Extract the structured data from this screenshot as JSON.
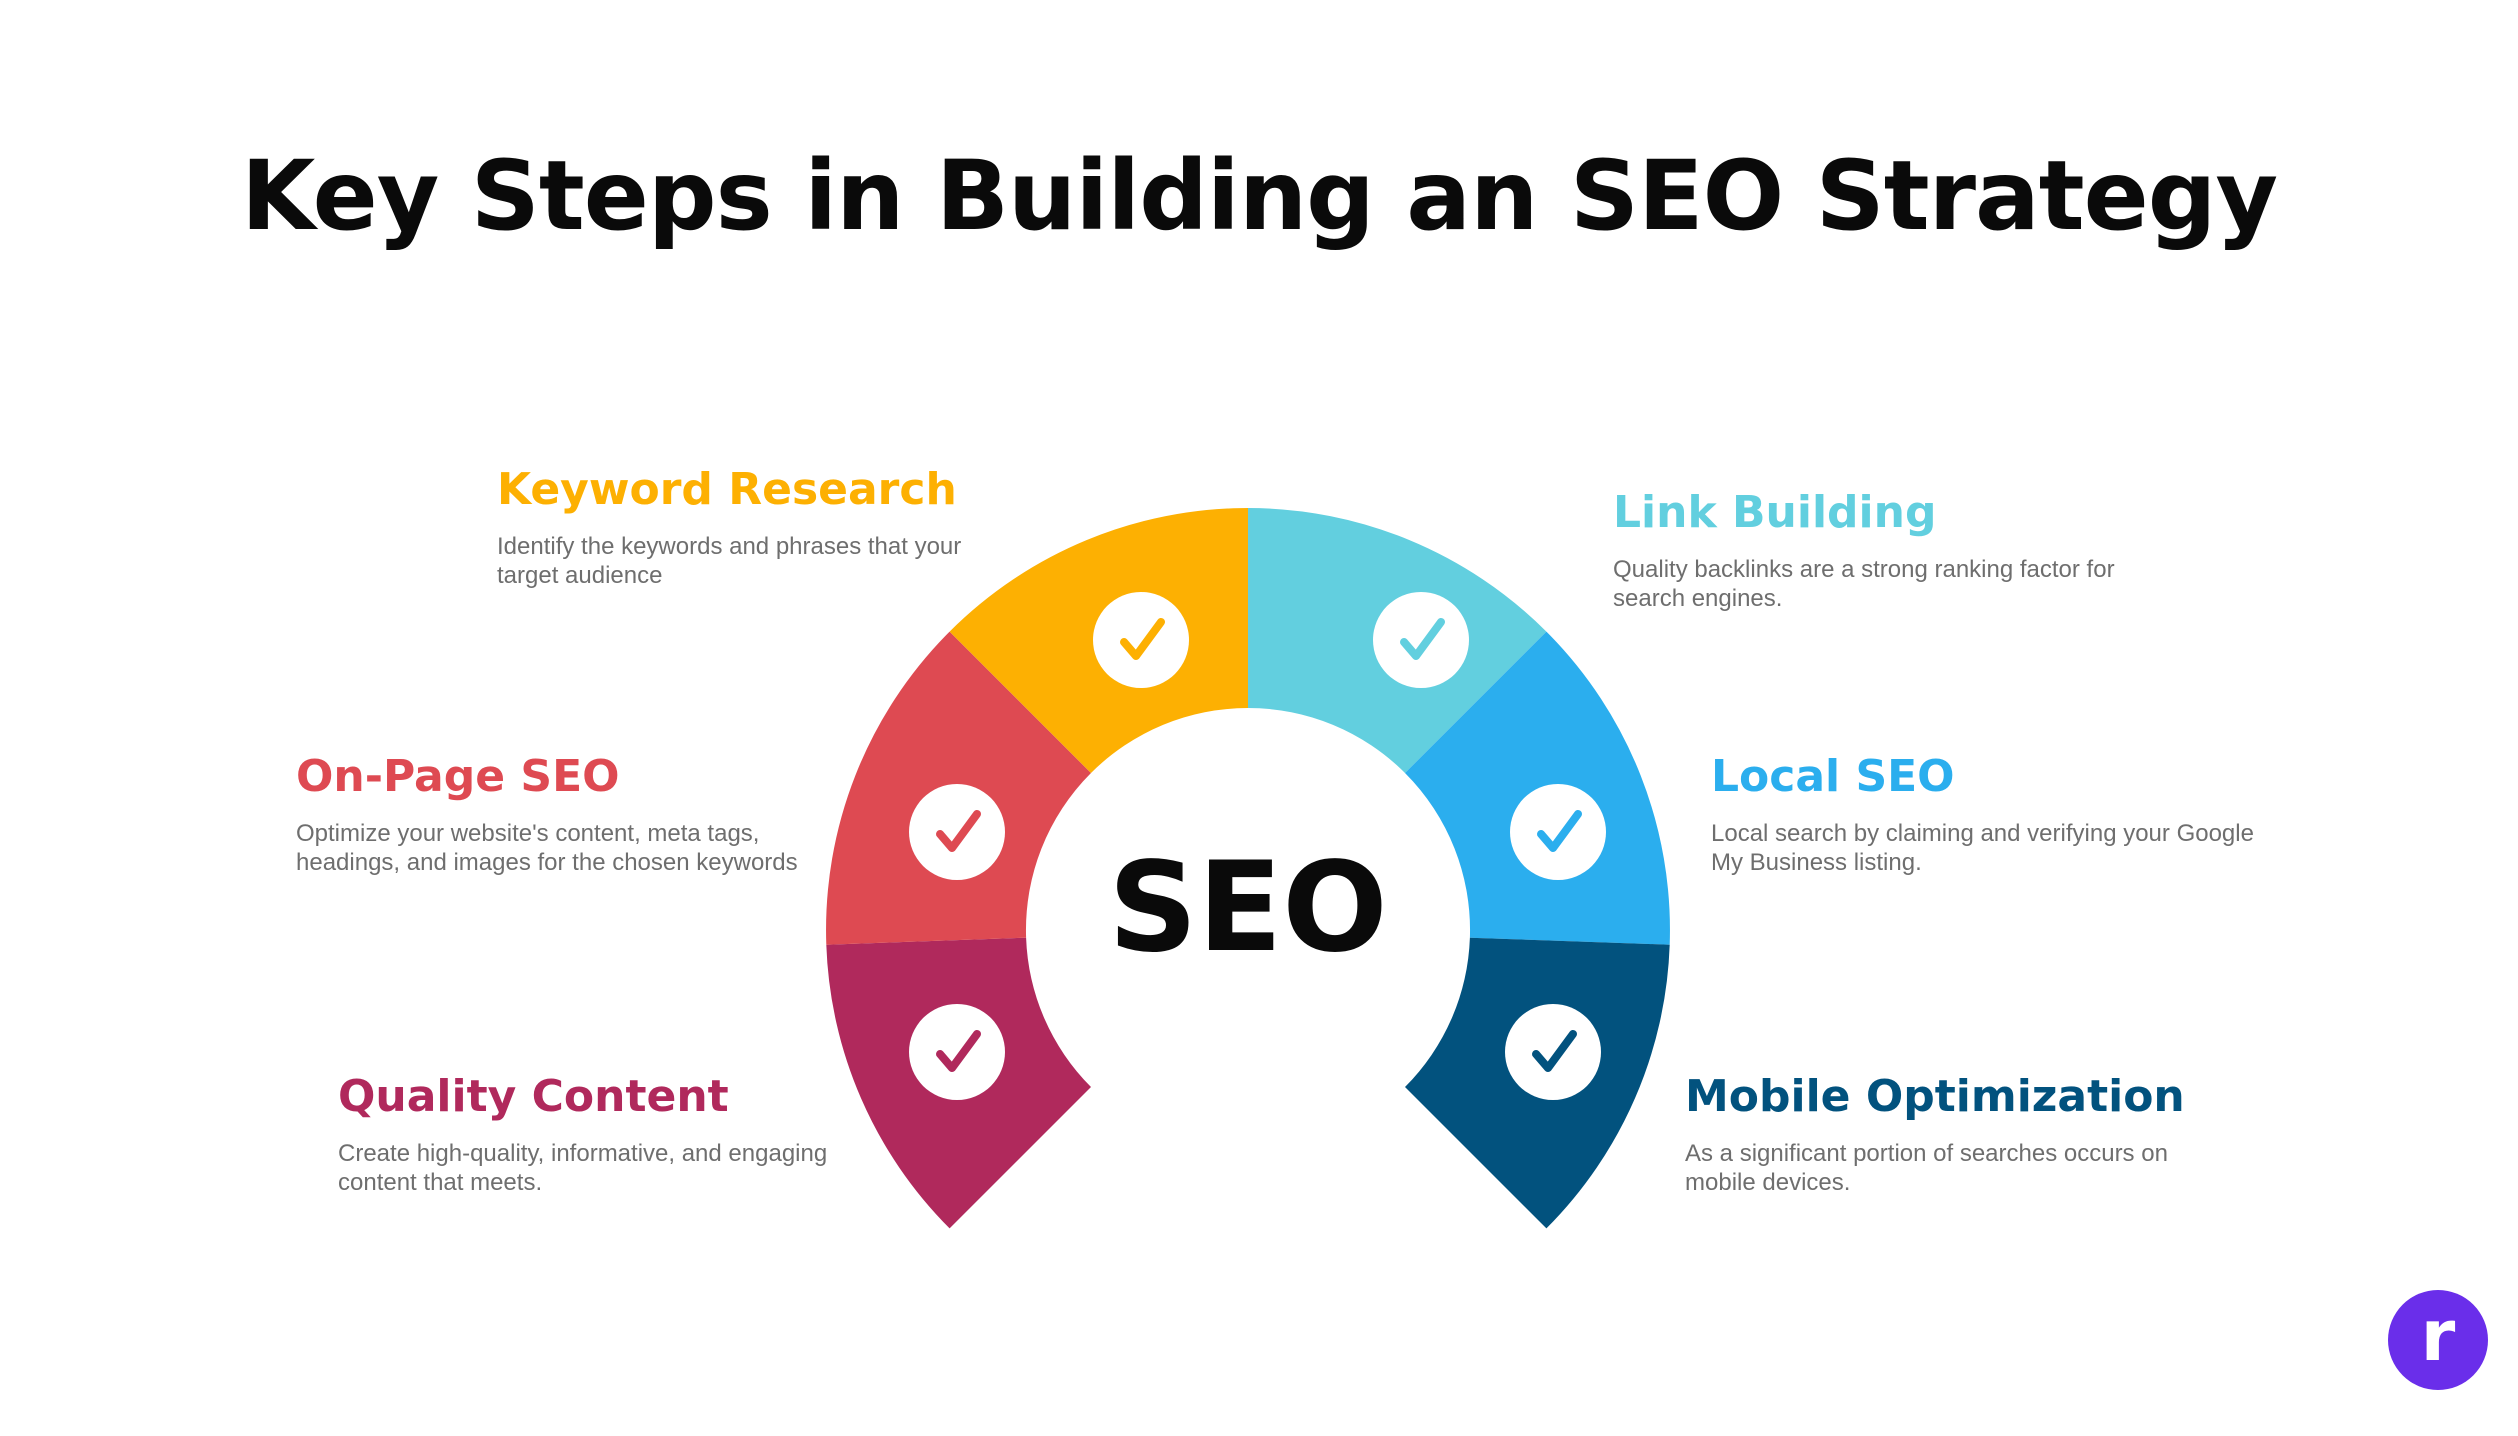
{
  "title": "Key Steps in Building an SEO Strategy",
  "center_label": "SEO",
  "colors": {
    "keyword_research": "#FDB002",
    "link_building": "#62CFDF",
    "on_page_seo": "#DE4A52",
    "local_seo": "#2BAEEE",
    "quality_content": "#B0295C",
    "mobile_optimization": "#02527E",
    "check_bg": "#FFFFFF",
    "title_text": "#0A0A0A",
    "desc_text": "#6E6E6E",
    "logo_bg": "#6A2EEA"
  },
  "steps": {
    "keyword_research": {
      "title": "Keyword Research",
      "description": "Identify the keywords and phrases that your target audience",
      "icon": "check-icon"
    },
    "link_building": {
      "title": "Link Building",
      "description": "Quality backlinks are a strong ranking factor for search engines.",
      "icon": "check-icon"
    },
    "on_page_seo": {
      "title": "On-Page SEO",
      "description": "Optimize your website's content, meta tags, headings, and images for the chosen keywords",
      "icon": "check-icon"
    },
    "local_seo": {
      "title": "Local SEO",
      "description": "Local search by claiming and verifying your Google My Business listing.",
      "icon": "check-icon"
    },
    "quality_content": {
      "title": "Quality Content",
      "description": "Create high-quality, informative, and engaging content that meets.",
      "icon": "check-icon"
    },
    "mobile_optimization": {
      "title": "Mobile Optimization",
      "description": "As a significant portion of searches occurs on mobile devices.",
      "icon": "check-icon"
    }
  },
  "logo": {
    "letter": "r",
    "icon": "brand-logo-icon"
  }
}
